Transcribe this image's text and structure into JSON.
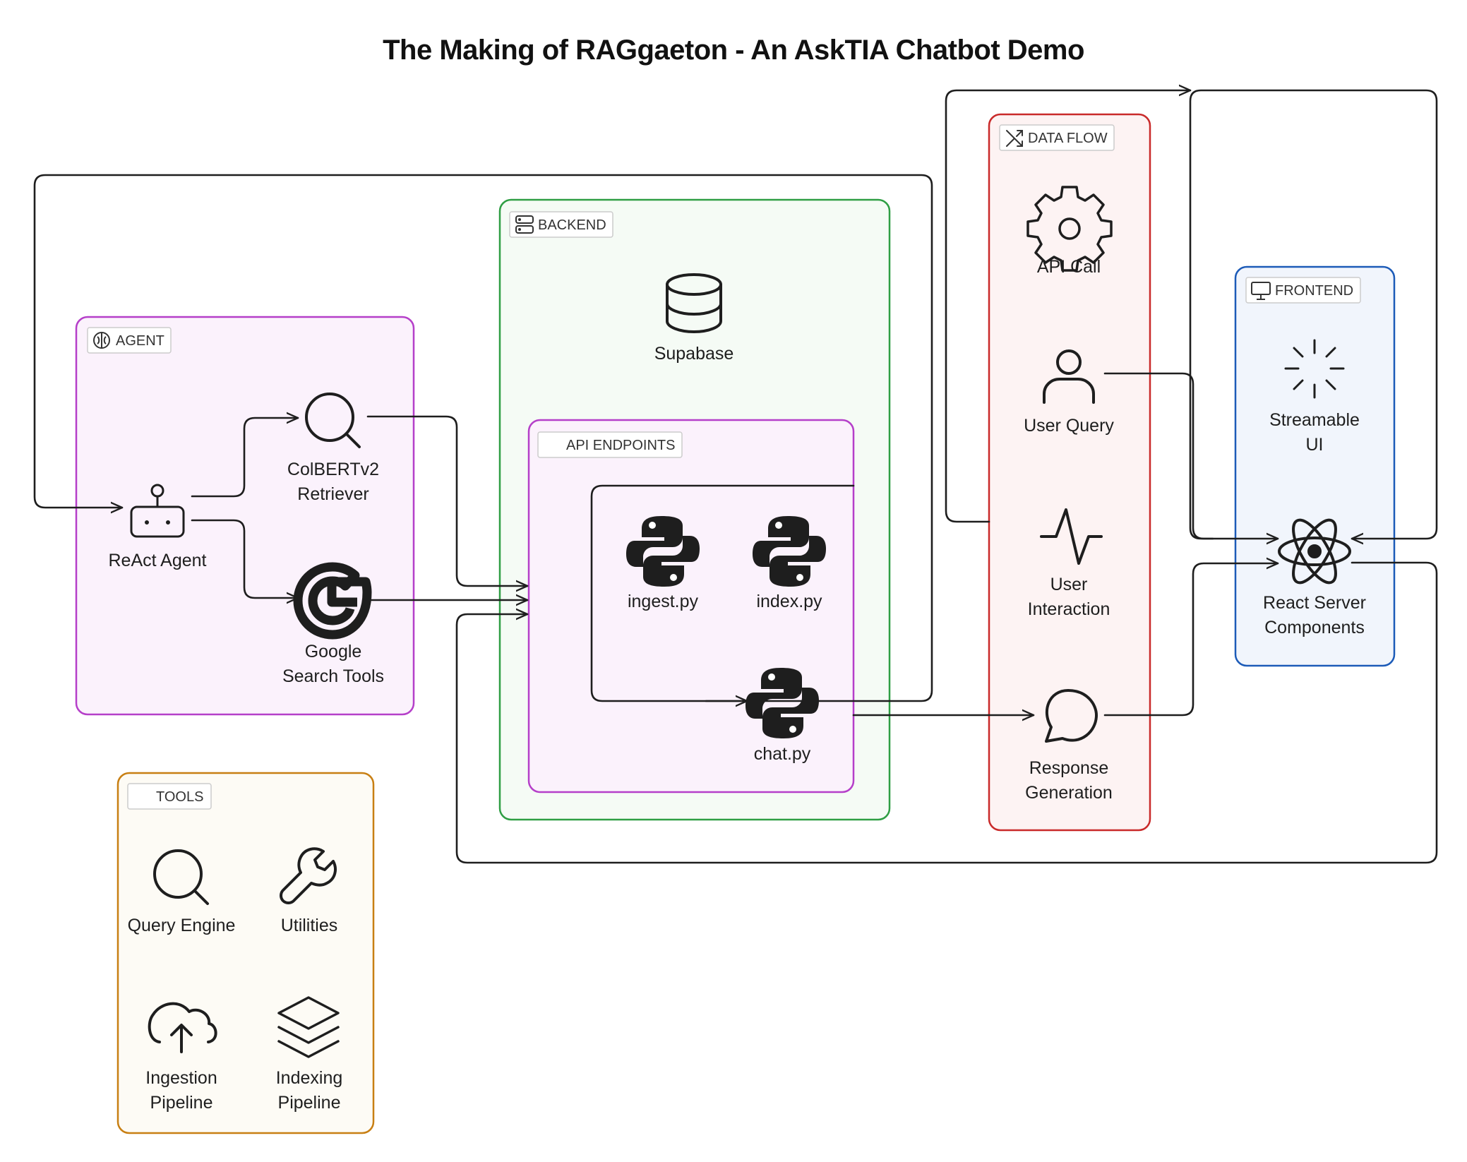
{
  "title": "The Making of RAGgaeton - An AskTIA Chatbot Demo",
  "colors": {
    "agent": "#b53fc9",
    "agent_fill": "#fbf2fc",
    "backend": "#2f9e44",
    "backend_fill": "#f5fbf5",
    "endpoints": "#b53fc9",
    "endpoints_fill": "#fbf2fc",
    "dataflow": "#c92a2a",
    "dataflow_fill": "#fdf3f3",
    "frontend": "#1c5bb8",
    "frontend_fill": "#f1f5fc",
    "tools": "#c87f13",
    "tools_fill": "#fdfbf5",
    "line": "#1e1e1e"
  },
  "groups": {
    "agent": {
      "tag": "AGENT",
      "icon": "brain-icon"
    },
    "backend": {
      "tag": "BACKEND",
      "icon": "server-icon"
    },
    "endpoints": {
      "tag": "API ENDPOINTS",
      "icon": "blank-icon"
    },
    "dataflow": {
      "tag": "DATA FLOW",
      "icon": "shuffle-icon"
    },
    "frontend": {
      "tag": "FRONTEND",
      "icon": "monitor-icon"
    },
    "tools": {
      "tag": "TOOLS",
      "icon": "blank-icon"
    }
  },
  "nodes": {
    "react_agent": {
      "line1": "ReAct Agent",
      "icon": "robot-icon"
    },
    "colbert": {
      "line1": "ColBERTv2",
      "line2": "Retriever",
      "icon": "search-icon"
    },
    "google": {
      "line1": "Google",
      "line2": "Search Tools",
      "icon": "google-icon"
    },
    "supabase": {
      "line1": "Supabase",
      "icon": "database-icon"
    },
    "ingest": {
      "line1": "ingest.py",
      "icon": "python-icon"
    },
    "index": {
      "line1": "index.py",
      "icon": "python-icon"
    },
    "chat": {
      "line1": "chat.py",
      "icon": "python-icon"
    },
    "api_call": {
      "line1": "API Call",
      "icon": "gear-icon"
    },
    "user_query": {
      "line1": "User Query",
      "icon": "user-icon"
    },
    "user_interaction": {
      "line1": "User",
      "line2": "Interaction",
      "icon": "activity-icon"
    },
    "response_gen": {
      "line1": "Response",
      "line2": "Generation",
      "icon": "message-icon"
    },
    "streamable_ui": {
      "line1": "Streamable",
      "line2": "UI",
      "icon": "loader-icon"
    },
    "rsc": {
      "line1": "React Server",
      "line2": "Components",
      "icon": "react-icon"
    },
    "query_engine": {
      "line1": "Query Engine",
      "icon": "search-icon"
    },
    "utilities": {
      "line1": "Utilities",
      "icon": "wrench-icon"
    },
    "ingestion_pipeline": {
      "line1": "Ingestion",
      "line2": "Pipeline",
      "icon": "cloud-upload-icon"
    },
    "indexing_pipeline": {
      "line1": "Indexing",
      "line2": "Pipeline",
      "icon": "layers-icon"
    }
  }
}
